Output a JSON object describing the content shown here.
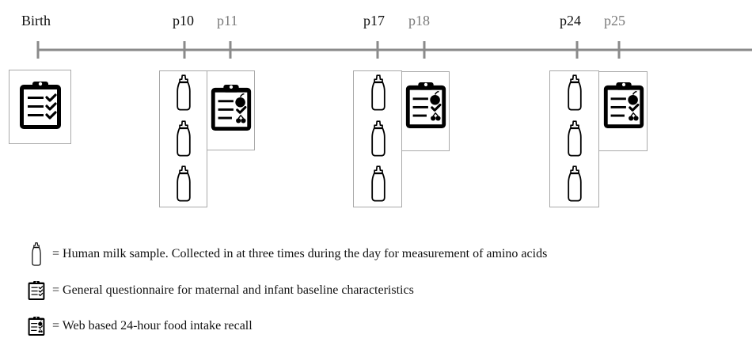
{
  "timeline": {
    "labels": [
      {
        "text": "Birth",
        "style": "dark"
      },
      {
        "text": "p10",
        "style": "dark"
      },
      {
        "text": "p11",
        "style": "grey"
      },
      {
        "text": "p17",
        "style": "dark"
      },
      {
        "text": "p18",
        "style": "grey"
      },
      {
        "text": "p24",
        "style": "dark"
      },
      {
        "text": "p25",
        "style": "grey"
      }
    ]
  },
  "legend": {
    "milk": "= Human milk sample. Collected in at three times during the day for measurement of amino acids",
    "general": "= General questionnaire for maternal and infant baseline characteristics",
    "food": "= Web based 24-hour food intake recall"
  },
  "colors": {
    "timeline": "#8a8a8a",
    "box_border": "#a9a9a9",
    "icon": "#000000",
    "grey_label": "#7a7a7a"
  },
  "icons": {
    "milk": "baby-bottle-icon",
    "general": "clipboard-checklist-icon",
    "food": "clipboard-food-icon"
  }
}
